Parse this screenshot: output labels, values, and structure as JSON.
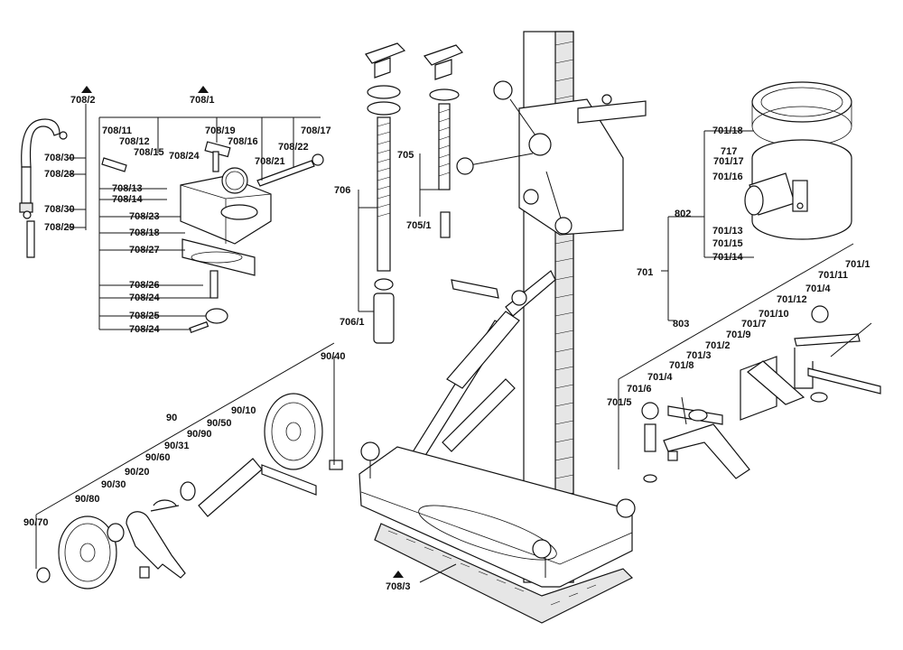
{
  "labels": {
    "l708_2": "708/2",
    "l708_1": "708/1",
    "l708_11": "708/11",
    "l708_12": "708/12",
    "l708_15": "708/15",
    "l708_19": "708/19",
    "l708_16": "708/16",
    "l708_22": "708/22",
    "l708_17": "708/17",
    "l708_24a": "708/24",
    "l708_21": "708/21",
    "l708_30a": "708/30",
    "l708_28": "708/28",
    "l708_30b": "708/30",
    "l708_29": "708/29",
    "l708_13": "708/13",
    "l708_14": "708/14",
    "l708_23": "708/23",
    "l708_18": "708/18",
    "l708_27": "708/27",
    "l708_26": "708/26",
    "l708_24b": "708/24",
    "l708_25": "708/25",
    "l708_24c": "708/24",
    "l706": "706",
    "l706_1": "706/1",
    "l705": "705",
    "l705_1": "705/1",
    "l701_18": "701/18",
    "l717": "717",
    "l701_17": "701/17",
    "l701_16": "701/16",
    "l802": "802",
    "l701_13": "701/13",
    "l701_15": "701/15",
    "l701_14": "701/14",
    "l701": "701",
    "l701_1": "701/1",
    "l701_11": "701/11",
    "l701_4a": "701/4",
    "l701_12": "701/12",
    "l803": "803",
    "l701_10": "701/10",
    "l701_7": "701/7",
    "l701_9": "701/9",
    "l701_2": "701/2",
    "l701_3": "701/3",
    "l701_8": "701/8",
    "l701_4b": "701/4",
    "l701_6": "701/6",
    "l701_5": "701/5",
    "l90_40": "90/40",
    "l90": "90",
    "l90_10": "90/10",
    "l90_50": "90/50",
    "l90_90": "90/90",
    "l90_31": "90/31",
    "l90_60": "90/60",
    "l90_20": "90/20",
    "l90_30": "90/30",
    "l90_80": "90/80",
    "l90_70": "90/70",
    "l708_3": "708/3"
  }
}
